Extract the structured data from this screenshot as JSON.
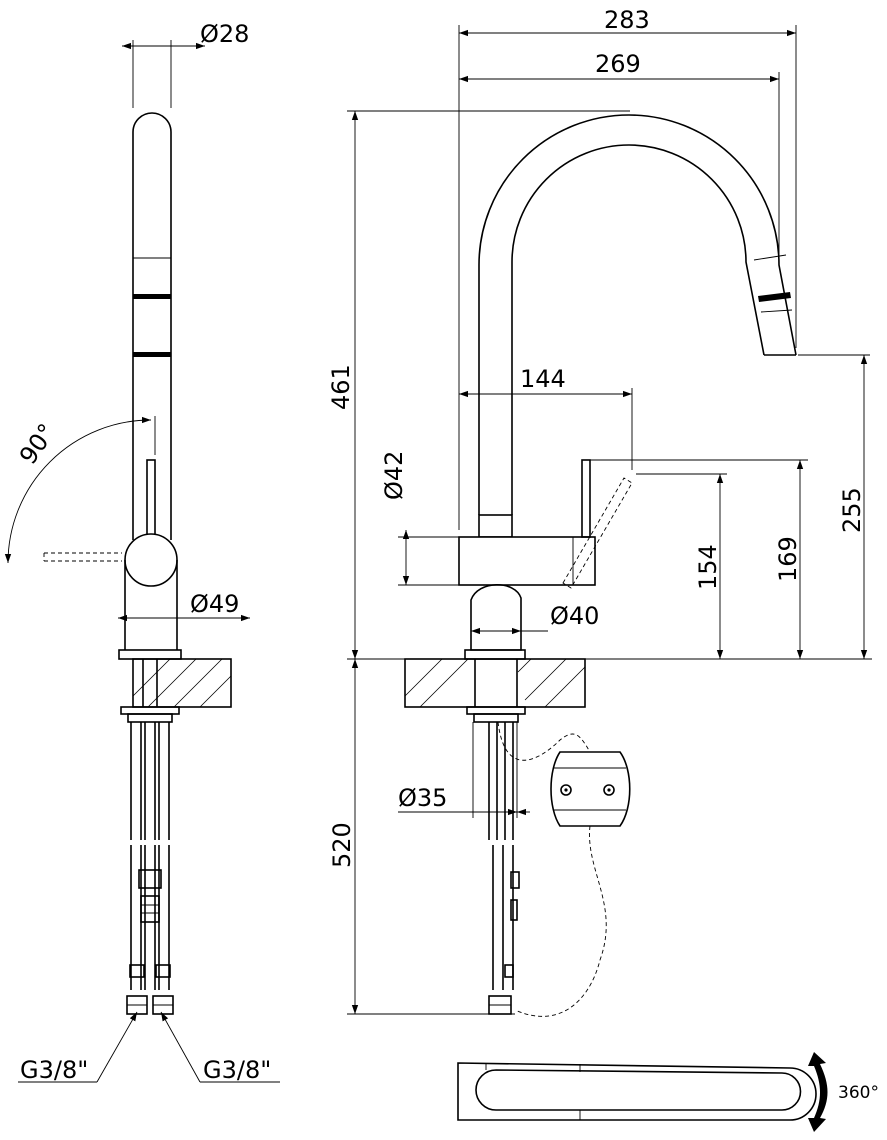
{
  "drawing": {
    "type": "faucet technical drawing",
    "side_view": {
      "diameter_top": "Ø28",
      "angle": "90°",
      "diameter_body": "Ø49",
      "connection_left": "G3/8\"",
      "connection_right": "G3/8\""
    },
    "front_view": {
      "width_outer": "283",
      "width_spout": "269",
      "height_total": "461",
      "reach_handle": "144",
      "diameter_lever": "Ø42",
      "height_outlet": "255",
      "height_lever_top": "169",
      "height_lever_pivot": "154",
      "diameter_base": "Ø40",
      "diameter_shank": "Ø35",
      "below_deck": "520"
    },
    "top_view": {
      "rotation": "360°"
    }
  }
}
